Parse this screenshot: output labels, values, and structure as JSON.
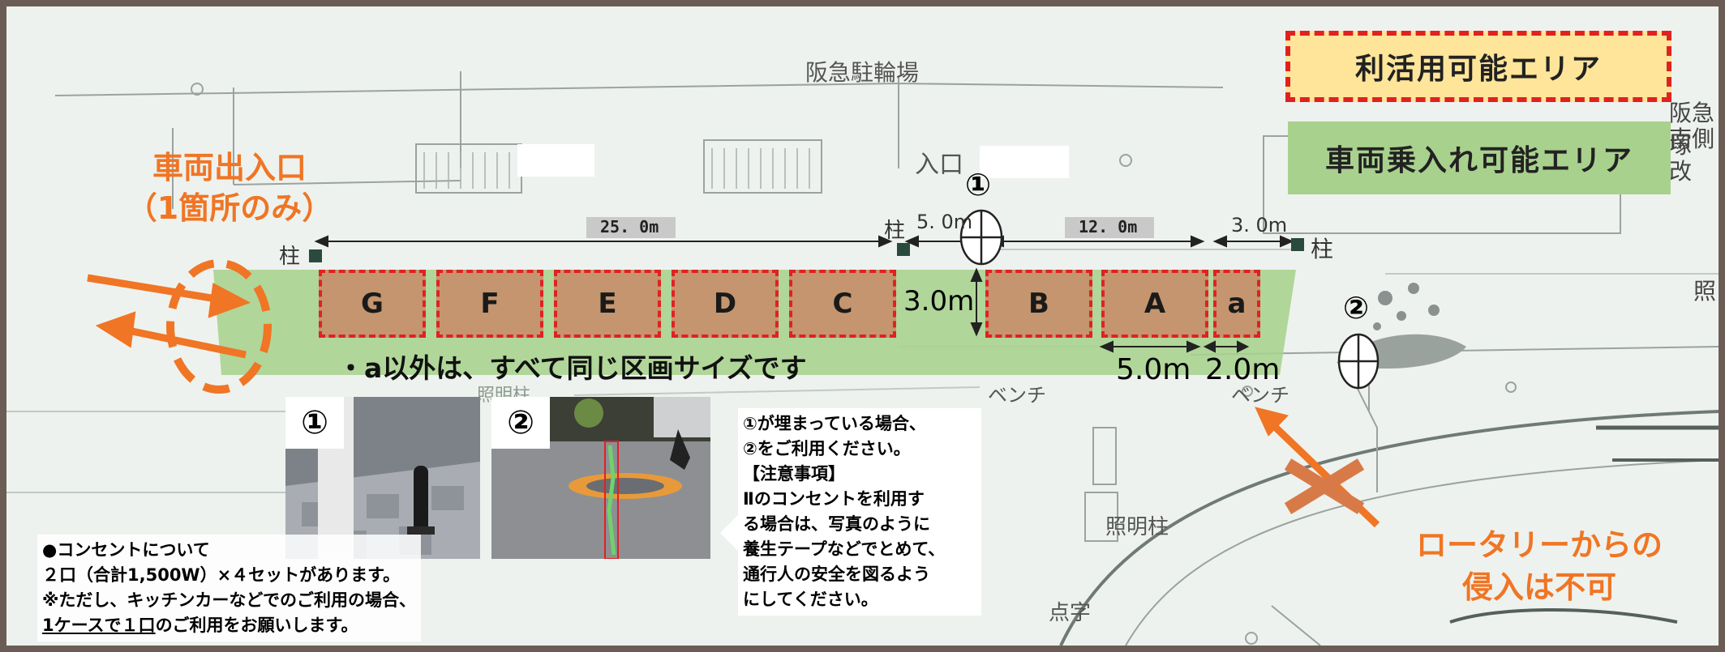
{
  "map_labels": {
    "parking": "阪急駐輪場",
    "entrance": "入口",
    "right_edge_1": "阪急塚",
    "right_edge_2": "南側改",
    "far_right": "照",
    "pillar_left": "柱",
    "pillar_mid": "柱",
    "pillar_right": "柱",
    "bench_1": "ベンチ",
    "bench_2": "ベンチ",
    "light_pole": "照明柱",
    "light_pole_faded": "照明柱",
    "braille": "点字"
  },
  "dimensions": {
    "d25": "25. 0m",
    "d5_top": "5. 0m",
    "d12": "12. 0m",
    "d3_top": "3. 0m",
    "height": "3.0m",
    "bay_width": "5.0m",
    "bay_a_small": "2.0m"
  },
  "bays": [
    "G",
    "F",
    "E",
    "D",
    "C",
    "B",
    "A",
    "a"
  ],
  "legend": {
    "usable": "利活用可能エリア",
    "vehicle": "車両乗入れ可能エリア"
  },
  "vehicle_entry": {
    "line1": "車両出入口",
    "line2": "（1箇所のみ）"
  },
  "rotary": {
    "line1": "ロータリーからの",
    "line2": "侵入は不可"
  },
  "same_size_note": "・a以外は、すべて同じ区画サイズです",
  "markers": {
    "one": "①",
    "two": "②"
  },
  "photos": {
    "label_1": "①",
    "label_2": "②"
  },
  "outlet_note": {
    "line1": "●コンセントについて",
    "line2": "２口（合計1,500W）×４セットがあります。",
    "line3": "※ただし、キッチンカーなどでのご利用の場合、",
    "line4_u": "1ケースで１口",
    "line4_rest": "のご利用をお願いします。"
  },
  "caution_note": {
    "line1": "①が埋まっている場合、",
    "line2": "②をご利用ください。",
    "line3": "【注意事項】",
    "line4": "Ⅱのコンセントを利用す",
    "line5": "る場合は、写真のように",
    "line6": "養生テープなどでとめて、",
    "line7": "通行人の安全を図るよう",
    "line8": "にしてください。"
  },
  "colors": {
    "frame": "#6b5d56",
    "green_area": "#a9d18e",
    "bay_fill": "#c4956e",
    "dashed_red": "#e12121",
    "orange": "#f07524",
    "legend_usable_bg": "#ffe599"
  }
}
